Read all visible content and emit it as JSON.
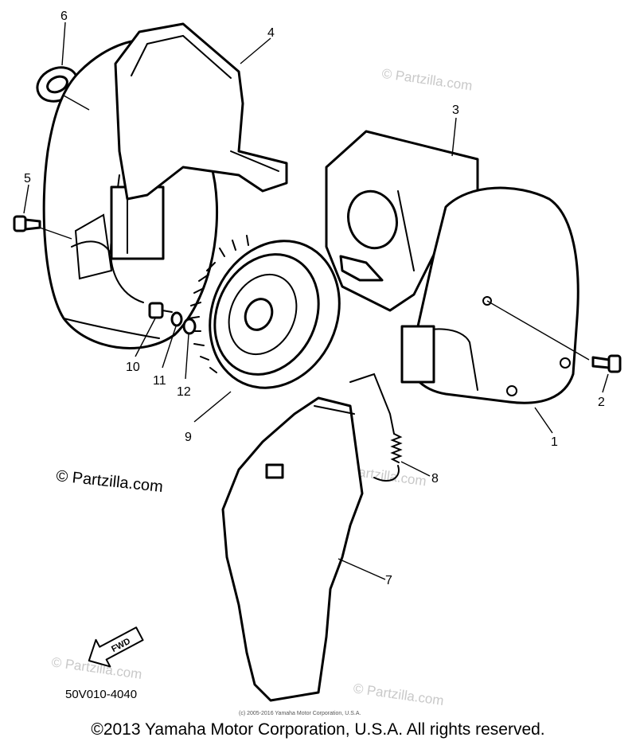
{
  "callouts": {
    "c1": "1",
    "c2": "2",
    "c3": "3",
    "c4": "4",
    "c5": "5",
    "c6": "6",
    "c7": "7",
    "c8": "8",
    "c9": "9",
    "c10": "10",
    "c11": "11",
    "c12": "12"
  },
  "watermarks": {
    "main": "© Partzilla.com",
    "faint": "© Partzilla.com"
  },
  "fwd_label": "FWD",
  "part_number": "50V010-4040",
  "fine_print": "(c) 2005-2016 Yamaha Motor Corporation, U.S.A.",
  "copyright": "©2013 Yamaha Motor Corporation, U.S.A. All rights reserved.",
  "colors": {
    "line": "#000000",
    "watermark": "#c9c9c9",
    "background": "#ffffff"
  }
}
